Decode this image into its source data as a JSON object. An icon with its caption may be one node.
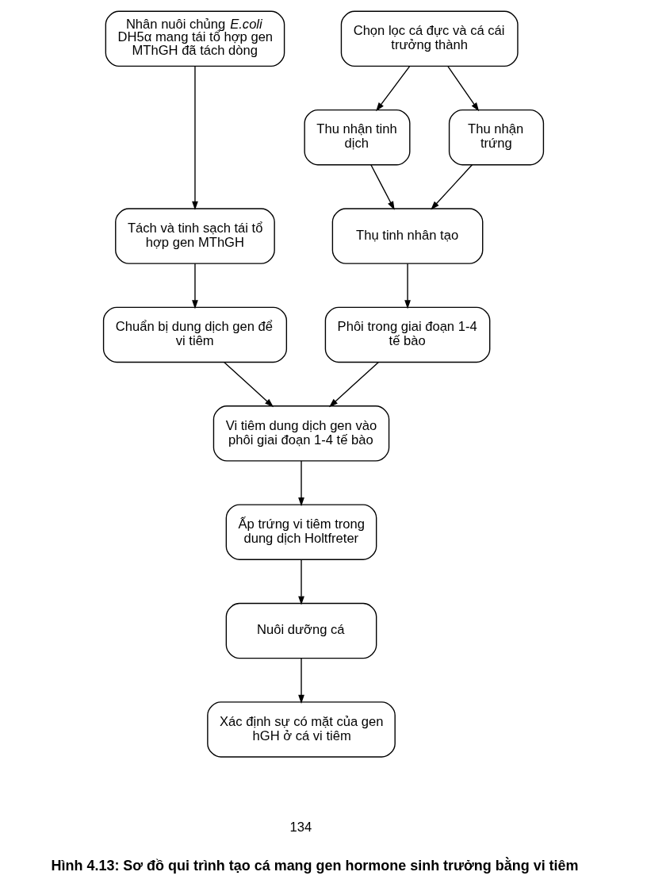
{
  "diagram": {
    "caption": "Hình 4.13: Sơ đồ qui trình tạo cá mang gen hormone sinh trưởng bằng vi tiêm",
    "nodes": [
      {
        "text": [
          "Nhân nuôi chủng *E.coli* DH5α mang tái tổ hợp gen MThGH đã tách dòng"
        ]
      },
      {
        "text": [
          "Chọn lọc cá đực và cá cái trưởng thành"
        ]
      },
      {
        "text": [
          "Thu nhận tinh dịch"
        ]
      },
      {
        "text": [
          "Thu nhận trứng"
        ]
      },
      {
        "text": [
          "Tách và tinh sạch tái tổ hợp gen MThGH"
        ]
      },
      {
        "text": [
          "Thụ tinh nhân tạo"
        ]
      },
      {
        "text": [
          "Chuẩn bị dung dịch gen để vi tiêm"
        ]
      },
      {
        "text": [
          "Phôi trong giai đoạn 1-4 tế bào"
        ]
      },
      {
        "text": [
          "Vi tiêm dung dịch gen vào phôi giai đoạn 1-4 tế bào"
        ]
      },
      {
        "text": [
          "Ấp trứng vi tiêm trong dung dịch Holtfreter"
        ]
      },
      {
        "text": [
          "Nuôi dưỡng cá"
        ]
      },
      {
        "text": [
          "Xác định sự có mặt của gen hGH ở cá vi tiêm"
        ]
      }
    ],
    "edges": [
      {
        "from": 0,
        "to": 4,
        "arrow": "to"
      },
      {
        "from": 1,
        "to": 2,
        "arrow": "to"
      },
      {
        "from": 1,
        "to": 3,
        "arrow": "to"
      },
      {
        "from": 2,
        "to": 5,
        "arrow": "to"
      },
      {
        "from": 3,
        "to": 5,
        "arrow": "to"
      },
      {
        "from": 4,
        "to": 6,
        "arrow": "to"
      },
      {
        "from": 5,
        "to": 7,
        "arrow": "to"
      },
      {
        "from": 6,
        "to": 8,
        "arrow": "to"
      },
      {
        "from": 7,
        "to": 8,
        "arrow": "to"
      },
      {
        "from": 8,
        "to": 9,
        "arrow": "to"
      },
      {
        "from": 9,
        "to": 10,
        "arrow": "to"
      },
      {
        "from": 10,
        "to": 11,
        "arrow": "to"
      }
    ],
    "labels": [
      "134"
    ]
  }
}
